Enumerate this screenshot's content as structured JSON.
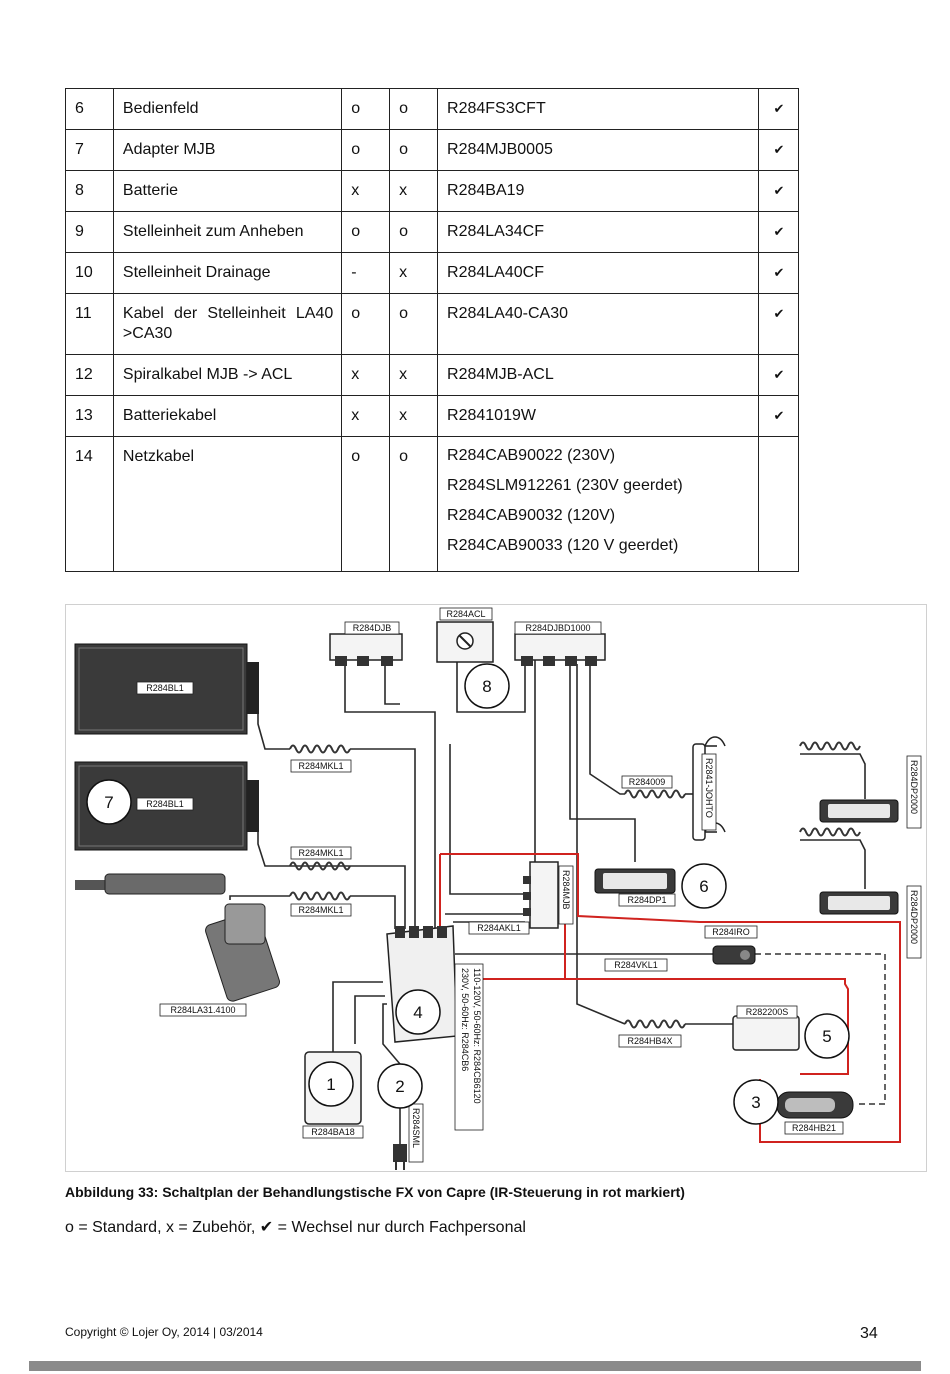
{
  "parts_table": {
    "rows": [
      {
        "num": "6",
        "name": "Bedienfeld",
        "a": "o",
        "b": "o",
        "codes": [
          "R284FS3CFT"
        ],
        "check": "✔"
      },
      {
        "num": "7",
        "name": "Adapter MJB",
        "a": "o",
        "b": "o",
        "codes": [
          "R284MJB0005"
        ],
        "check": "✔"
      },
      {
        "num": "8",
        "name": "Batterie",
        "a": "x",
        "b": "x",
        "codes": [
          "R284BA19"
        ],
        "check": "✔"
      },
      {
        "num": "9",
        "name": "Stelleinheit zum Anheben",
        "a": "o",
        "b": "o",
        "codes": [
          "R284LA34CF"
        ],
        "check": "✔"
      },
      {
        "num": "10",
        "name": "Stelleinheit Drainage",
        "a": "-",
        "b": "x",
        "codes": [
          "R284LA40CF"
        ],
        "check": "✔"
      },
      {
        "num": "11",
        "name": "Kabel der Stelleinheit LA40 >CA30",
        "a": "o",
        "b": "o",
        "codes": [
          "R284LA40-CA30"
        ],
        "check": "✔"
      },
      {
        "num": "12",
        "name": "Spiralkabel MJB -> ACL",
        "a": "x",
        "b": "x",
        "codes": [
          "R284MJB-ACL"
        ],
        "check": "✔"
      },
      {
        "num": "13",
        "name": "Batteriekabel",
        "a": "x",
        "b": "x",
        "codes": [
          "R2841019W"
        ],
        "check": "✔"
      },
      {
        "num": "14",
        "name": "Netzkabel",
        "a": "o",
        "b": "o",
        "codes": [
          "R284CAB90022 (230V)",
          "R284SLM912261 (230V geerdet)",
          "R284CAB90032 (120V)",
          "R284CAB90033 (120 V geerdet)"
        ],
        "check": ""
      }
    ]
  },
  "diagram": {
    "labels": {
      "djb": "R284DJB",
      "acl": "R284ACL",
      "djbd": "R284DJBD1000",
      "bl1_top": "R284BL1",
      "bl1_bottom": "R284BL1",
      "mkl1_a": "R284MKL1",
      "mkl1_b": "R284MKL1",
      "mkl1_c": "R284MKL1",
      "r284009": "R284009",
      "joht": "R2841-JOHTO",
      "dp2000_top": "R284DP2000",
      "dp2000_bottom": "R284DP2000",
      "mjb": "R284MJB",
      "dp1": "R284DP1",
      "akl1": "R284AKL1",
      "iro": "R284IRO",
      "vkl1": "R284VKL1",
      "la31": "R284LA31.4100",
      "spec": [
        "230V, 50-60Hz: R284CB6",
        "110-120V, 50-60Hz: R284CB6120"
      ],
      "r282200s": "R282200S",
      "hb4x": "R284HB4X",
      "ba18": "R284BA18",
      "hb21": "R284HB21",
      "sml": "R284SML"
    },
    "callouts": [
      "1",
      "2",
      "3",
      "4",
      "5",
      "6",
      "7",
      "8"
    ],
    "colors": {
      "ir_control": "#d0231f",
      "line": "#2a2a2a"
    }
  },
  "caption": "Abbildung 33: Schaltplan der Behandlungstische FX von Capre (IR-Steuerung in rot markiert)",
  "legend": "o = Standard, x = Zubehör,  ✔ = Wechsel nur durch Fachpersonal",
  "footer": {
    "copyright": "Copyright © Lojer Oy, 2014 | 03/2014",
    "page_number": "34"
  }
}
